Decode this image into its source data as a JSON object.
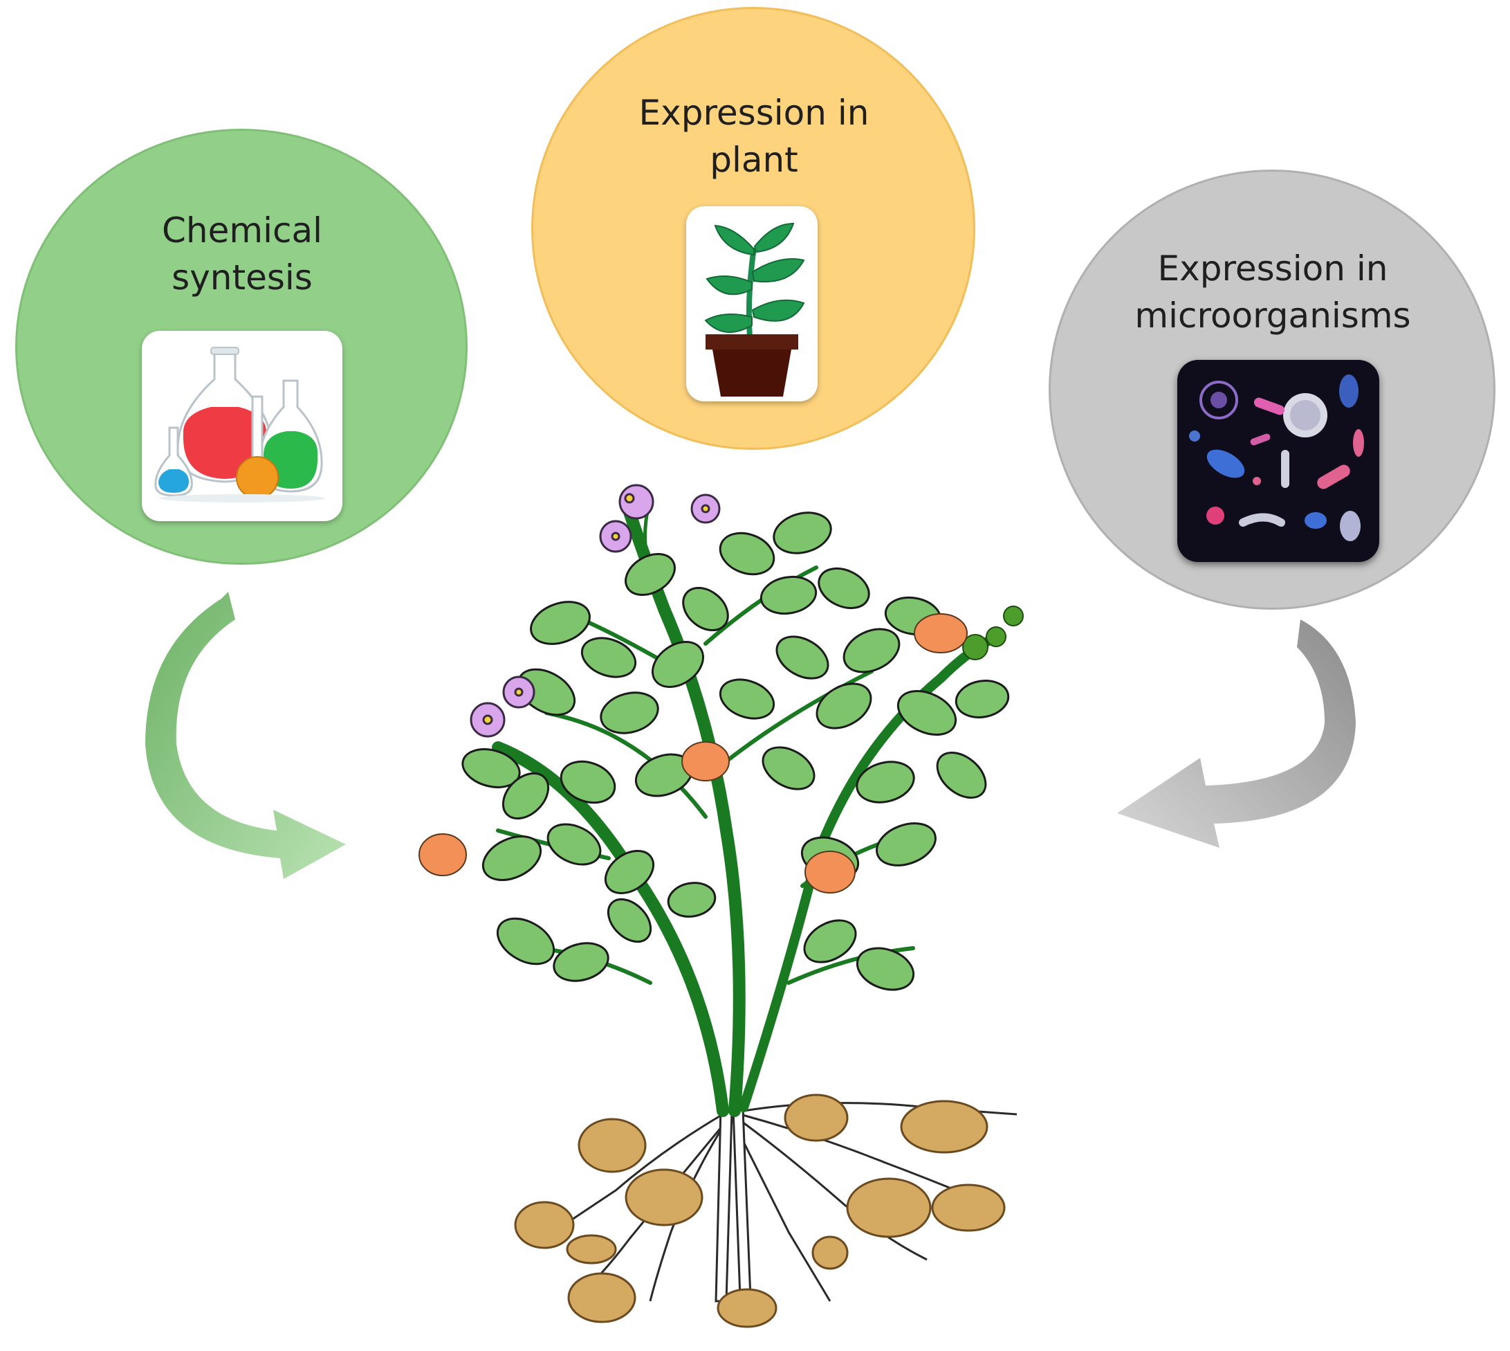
{
  "nodes": {
    "chemical": {
      "line1": "Chemical",
      "line2": "syntesis",
      "icon": "lab-flasks-icon"
    },
    "plant": {
      "line1": "Expression in",
      "line2": "plant",
      "icon": "potted-plant-icon"
    },
    "microbes": {
      "line1": "Expression in",
      "line2": "microorganisms",
      "icon": "microorganisms-icon"
    }
  },
  "center": {
    "icon": "potato-plant-with-beetles-illustration"
  },
  "colors": {
    "chemical_circle": "#92d08a",
    "plant_circle": "#fdd37d",
    "microbes_circle": "#c8c8c8",
    "arrow_green": "#8fcf86",
    "arrow_grey": "#b5b5b5"
  }
}
